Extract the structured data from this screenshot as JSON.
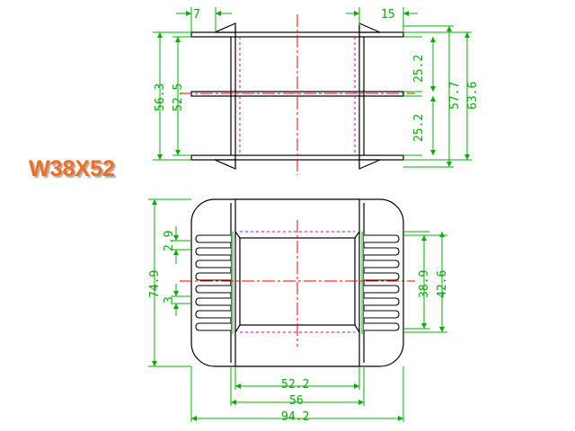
{
  "model": "W38X52",
  "colors": {
    "outline": "#000000",
    "dimension": "#00b000",
    "centerline": "#ff0000",
    "hidden": "#cc00cc",
    "label": "#f36d1f",
    "background": "#ffffff"
  },
  "top_view": {
    "dim_left_tab": "7",
    "dim_right_tab": "15",
    "dim_left_outer": "56.3",
    "dim_left_inner": "52.5",
    "dim_upper_gap": "25.2",
    "dim_lower_gap": "25.2",
    "dim_right_mid": "57.7",
    "dim_right_outer": "63.6"
  },
  "front_view": {
    "dim_height": "74.9",
    "dim_fin_pitch": "2.9",
    "dim_fin_gap": "3",
    "dim_window": "38.9",
    "dim_window_outer": "42.6",
    "dim_inner_width": "52.2",
    "dim_core_width": "56",
    "dim_overall_width": "94.2"
  }
}
